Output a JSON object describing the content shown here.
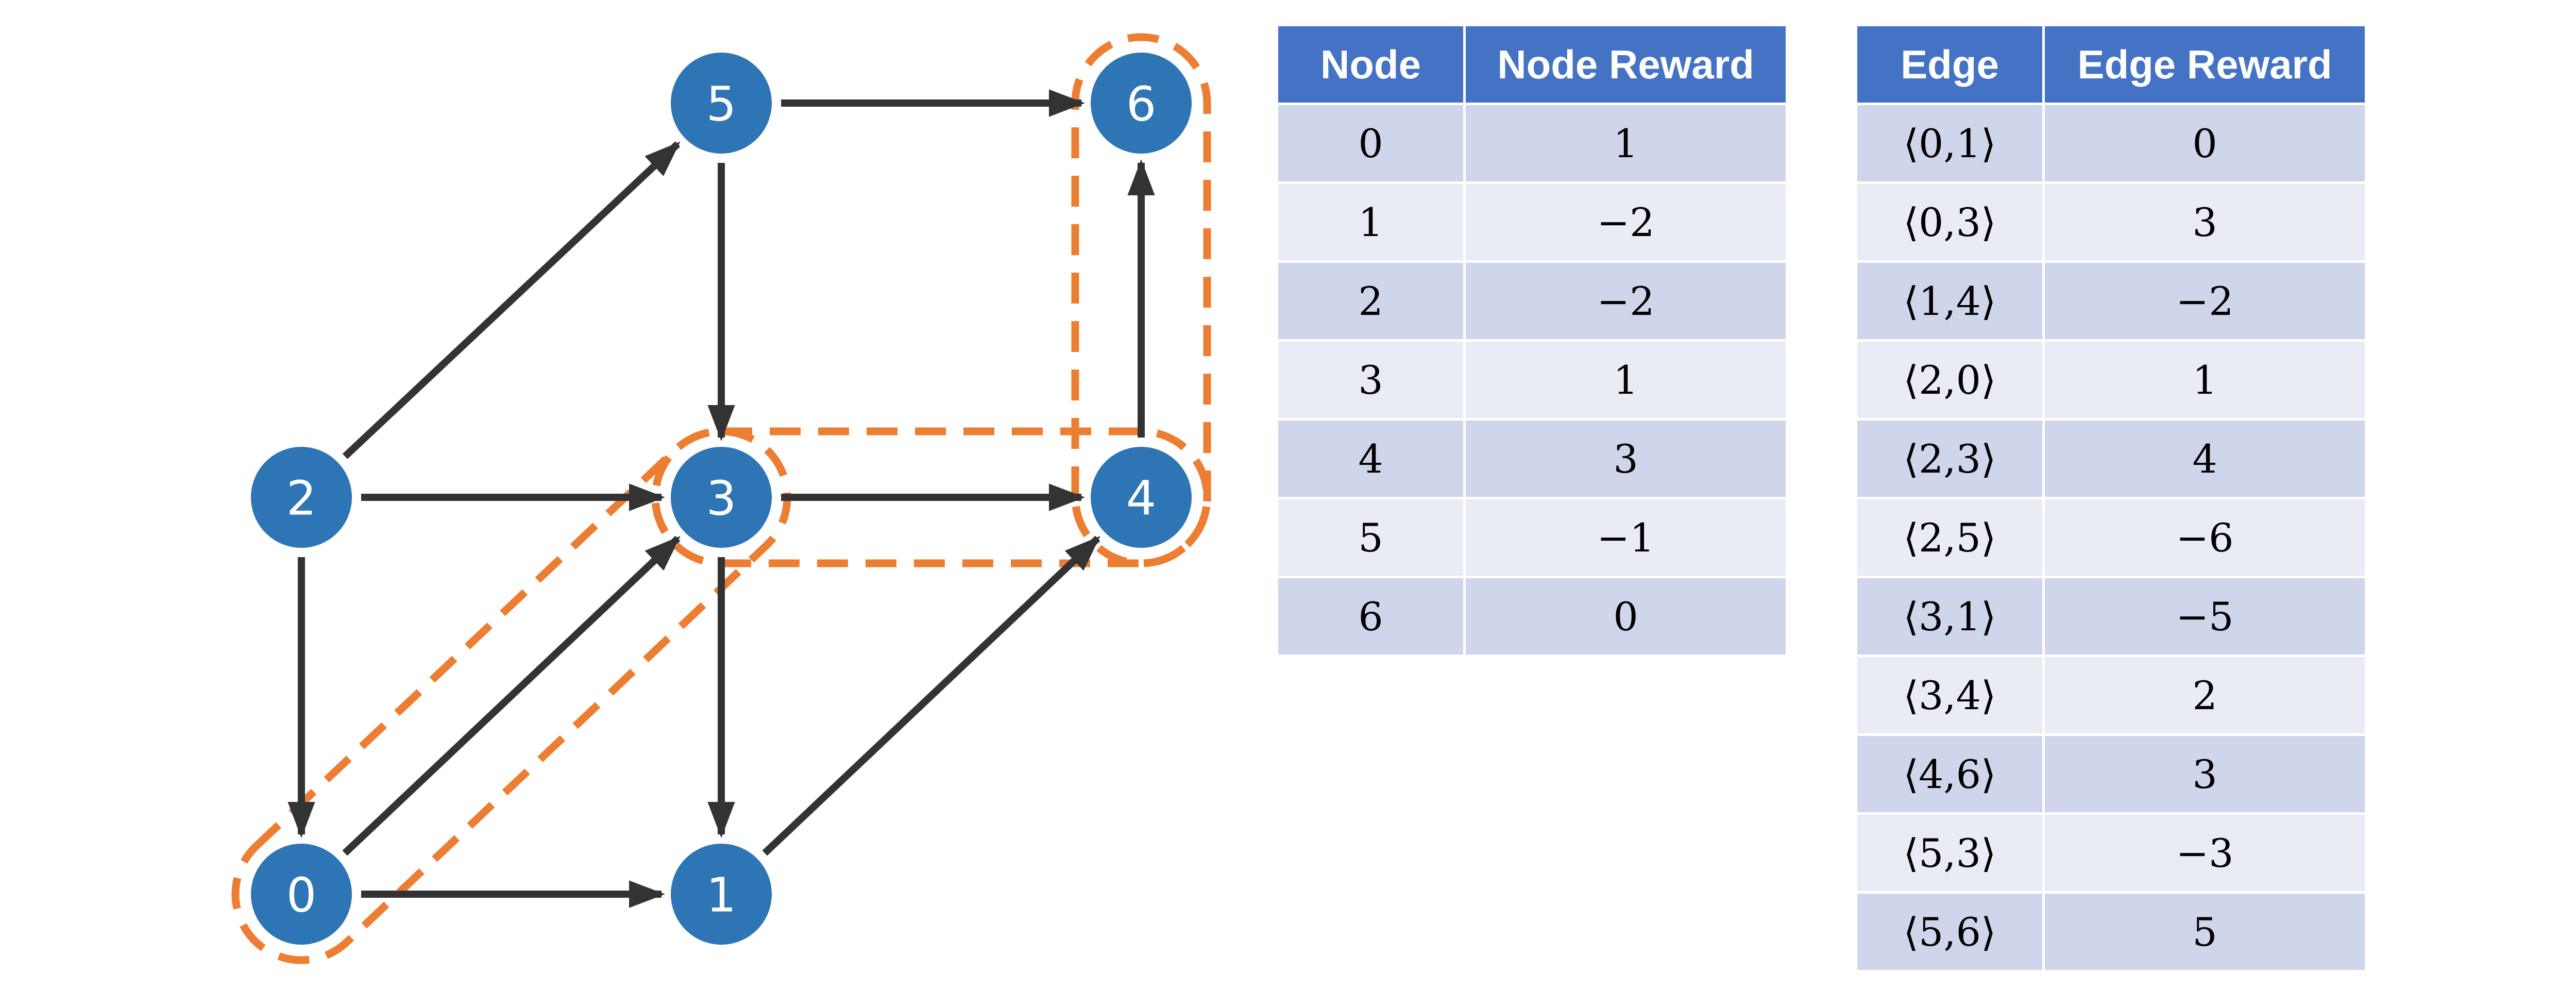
{
  "colors": {
    "node_fill": "#2e75b6",
    "edge_stroke": "#333333",
    "highlight_dash": "#ed7d31",
    "table_header": "#4472c4",
    "row_dark": "#cfd5ea",
    "row_light": "#e9ebf5"
  },
  "graph": {
    "nodes": [
      {
        "id": "0",
        "label": "0"
      },
      {
        "id": "1",
        "label": "1"
      },
      {
        "id": "2",
        "label": "2"
      },
      {
        "id": "3",
        "label": "3"
      },
      {
        "id": "4",
        "label": "4"
      },
      {
        "id": "5",
        "label": "5"
      },
      {
        "id": "6",
        "label": "6"
      }
    ],
    "edges": [
      {
        "from": "0",
        "to": "1"
      },
      {
        "from": "0",
        "to": "3"
      },
      {
        "from": "1",
        "to": "4"
      },
      {
        "from": "2",
        "to": "0"
      },
      {
        "from": "2",
        "to": "3"
      },
      {
        "from": "2",
        "to": "5"
      },
      {
        "from": "3",
        "to": "1"
      },
      {
        "from": "3",
        "to": "4"
      },
      {
        "from": "4",
        "to": "6"
      },
      {
        "from": "5",
        "to": "3"
      },
      {
        "from": "5",
        "to": "6"
      }
    ],
    "highlighted_path": [
      "0",
      "3",
      "4",
      "6"
    ]
  },
  "node_table": {
    "headers": [
      "Node",
      "Node Reward"
    ],
    "rows": [
      [
        "0",
        "1"
      ],
      [
        "1",
        "−2"
      ],
      [
        "2",
        "−2"
      ],
      [
        "3",
        "1"
      ],
      [
        "4",
        "3"
      ],
      [
        "5",
        "−1"
      ],
      [
        "6",
        "0"
      ]
    ]
  },
  "edge_table": {
    "headers": [
      "Edge",
      "Edge Reward"
    ],
    "rows": [
      [
        "⟨0,1⟩",
        "0"
      ],
      [
        "⟨0,3⟩",
        "3"
      ],
      [
        "⟨1,4⟩",
        "−2"
      ],
      [
        "⟨2,0⟩",
        "1"
      ],
      [
        "⟨2,3⟩",
        "4"
      ],
      [
        "⟨2,5⟩",
        "−6"
      ],
      [
        "⟨3,1⟩",
        "−5"
      ],
      [
        "⟨3,4⟩",
        "2"
      ],
      [
        "⟨4,6⟩",
        "3"
      ],
      [
        "⟨5,3⟩",
        "−3"
      ],
      [
        "⟨5,6⟩",
        "5"
      ]
    ]
  }
}
